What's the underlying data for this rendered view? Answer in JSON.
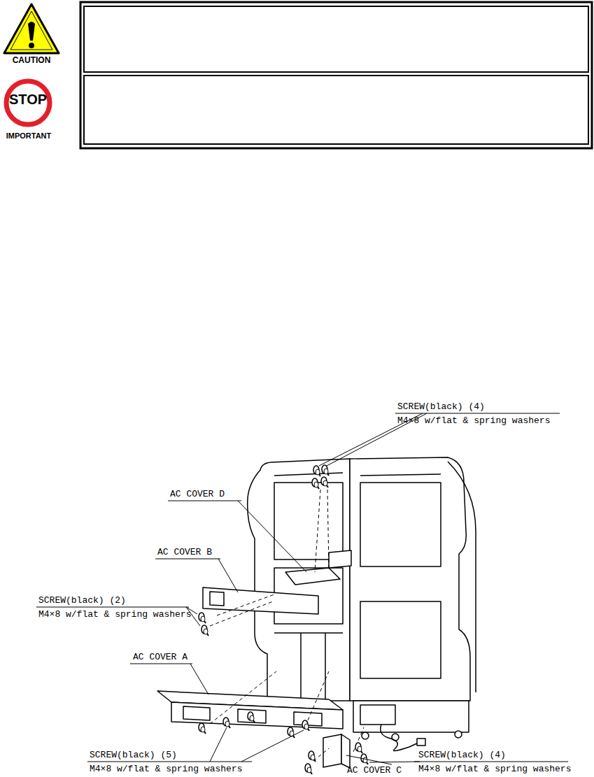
{
  "diagram": {
    "labels": [
      "CAUTION",
      "STOP",
      "IMPORTANT",
      "SCREW(black) (4)",
      "M4×8 w/flat & spring washers",
      "AC COVER D",
      "AC COVER B",
      "SCREW(black) (2)",
      "M4×8 w/flat & spring washers",
      "AC COVER A",
      "SCREW(black) (5)",
      "M4×8 w/flat & spring washers",
      "SCREW(black) (4)",
      "M4×8 w/flat & spring washers",
      "AC COVER C"
    ]
  }
}
